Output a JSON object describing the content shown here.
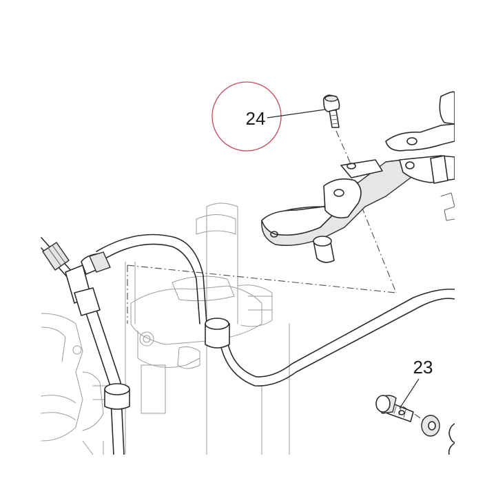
{
  "diagram": {
    "callouts": [
      {
        "id": "24",
        "label": "24",
        "highlighted": true,
        "highlight_color": "#c9485b"
      },
      {
        "id": "23",
        "label": "23",
        "highlighted": false
      }
    ]
  },
  "colors": {
    "line": "#2a2a2a",
    "background": "#ffffff",
    "highlight_circle": "#c9485b"
  }
}
